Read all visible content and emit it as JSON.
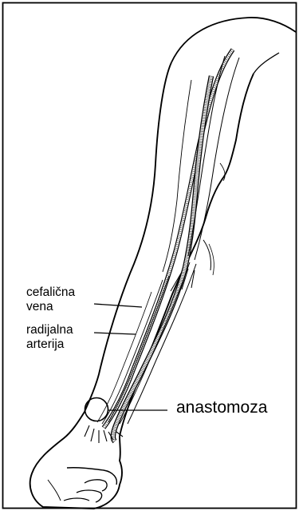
{
  "labels": {
    "cephalic_vein": [
      "cefalična",
      "vena"
    ],
    "radial_artery": [
      "radijalna",
      "arterija"
    ],
    "anastomosis": "anastomoza"
  },
  "colors": {
    "ink": "#000000",
    "paper": "#ffffff",
    "vessel_shade": "#5a5a5a"
  }
}
